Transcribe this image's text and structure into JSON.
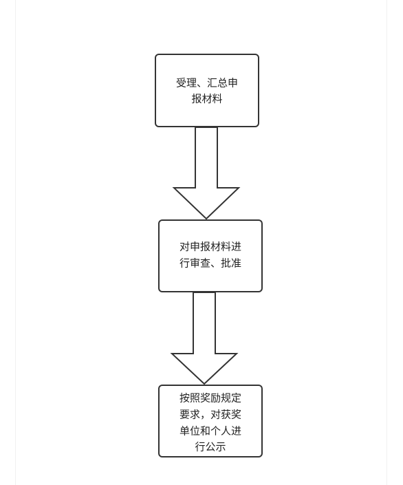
{
  "steps": [
    {
      "lines": [
        "受理、汇总申",
        "报材料"
      ]
    },
    {
      "lines": [
        "对申报材料进",
        "行审查、批准"
      ]
    },
    {
      "lines": [
        "按照奖励规定",
        "要求，对获奖",
        "单位和个人进",
        "行公示"
      ]
    }
  ],
  "colors": {
    "stroke": "#333333",
    "fill": "#ffffff",
    "text": "#222222"
  }
}
